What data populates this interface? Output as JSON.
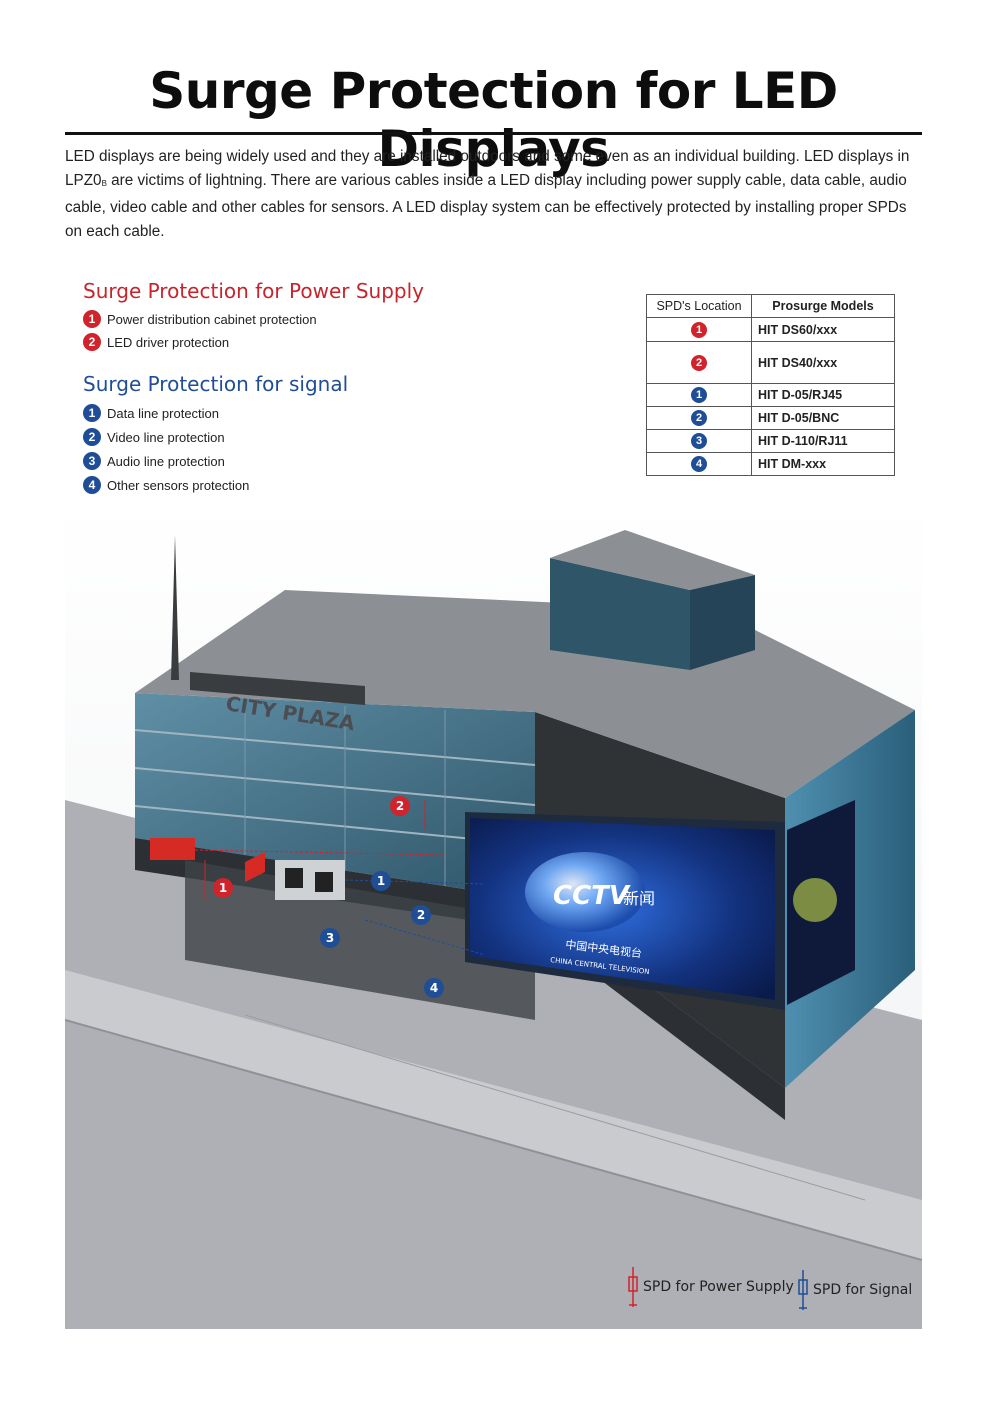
{
  "title": "Surge Protection for LED Displays",
  "intro": {
    "before": "LED displays are being widely used and they are installed outdoors and some even as an individual building. LED displays in LPZ0",
    "sub": "B",
    "after": " are victims of lightning. There are various cables inside a LED display including power supply cable, data cable, audio cable, video cable and other cables for sensors. A LED display system can be effectively protected by installing proper SPDs on each cable."
  },
  "power_section": {
    "heading": "Surge Protection for Power Supply",
    "items": [
      {
        "num": "1",
        "label": "Power distribution cabinet protection"
      },
      {
        "num": "2",
        "label": "LED driver protection"
      }
    ]
  },
  "signal_section": {
    "heading": "Surge Protection for signal",
    "items": [
      {
        "num": "1",
        "label": "Data line protection"
      },
      {
        "num": "2",
        "label": "Video line protection"
      },
      {
        "num": "3",
        "label": "Audio line protection"
      },
      {
        "num": "4",
        "label": "Other sensors protection"
      }
    ]
  },
  "table": {
    "headers": [
      "SPD's Location",
      "Prosurge Models"
    ],
    "rows": [
      {
        "num": "1",
        "type": "power",
        "model": "HIT DS60/xxx"
      },
      {
        "num": "2",
        "type": "power",
        "model": "HIT DS40/xxx"
      },
      {
        "num": "1",
        "type": "signal",
        "model": "HIT D-05/RJ45"
      },
      {
        "num": "2",
        "type": "signal",
        "model": "HIT D-05/BNC"
      },
      {
        "num": "3",
        "type": "signal",
        "model": "HIT D-110/RJ11"
      },
      {
        "num": "4",
        "type": "signal",
        "model": "HIT DM-xxx"
      }
    ]
  },
  "illustration": {
    "sign_text": "CITY PLAZA",
    "screen_logo": "CCTV",
    "screen_logo_cn": "新闻",
    "screen_caption_cn": "中国中央电视台",
    "screen_caption_en": "CHINA CENTRAL TELEVISION",
    "markers": {
      "power": [
        "1",
        "2"
      ],
      "signal": [
        "1",
        "2",
        "3",
        "4"
      ]
    }
  },
  "legend": {
    "power": "SPD for Power Supply",
    "signal": "SPD for Signal"
  },
  "colors": {
    "red": "#d0232b",
    "blue": "#1f4e96",
    "heading_red": "#c8242b",
    "heading_blue": "#1f4e96"
  }
}
